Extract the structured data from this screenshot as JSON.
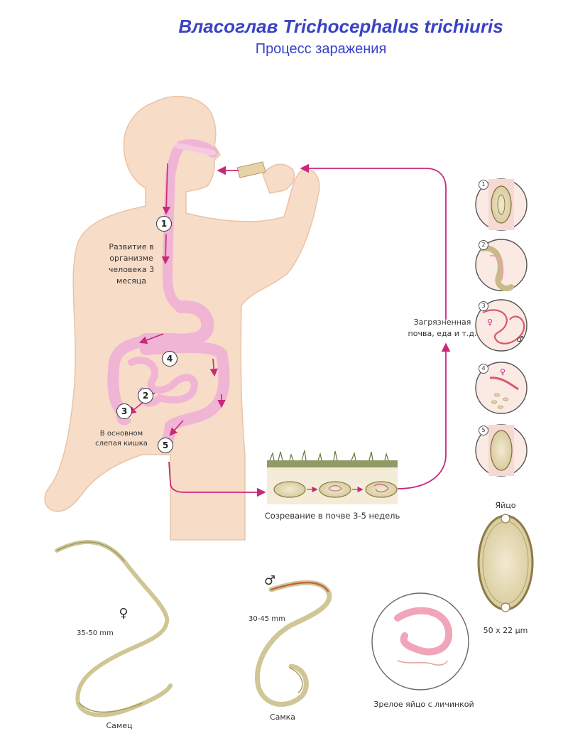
{
  "header": {
    "title": "Власоглав Trichocephalus trichiuris",
    "subtitle": "Процесс заражения"
  },
  "labels": {
    "development": "Развитие в организме человека 3 месяца",
    "cecum": "В основном слепая кишка",
    "contaminated": "Загрязненная почва, еда и т.д.",
    "soil_maturation": "Созревание в почве 3-5 недель",
    "egg_title": "Яйцо",
    "egg_size": "50 x 22 µm",
    "male_size": "35-50 mm",
    "female_size": "30-45 mm",
    "male_caption": "Самец",
    "female_caption": "Самка",
    "larva_caption": "Зрелое яйцо с личинкой"
  },
  "stages": [
    "1",
    "2",
    "3",
    "4",
    "5"
  ],
  "symbols": {
    "female": "♀",
    "male": "♂"
  },
  "colors": {
    "title": "#3a43c4",
    "arrow": "#c8287a",
    "skin": "#f6dcc8",
    "gut": "#f3b8d8",
    "egg_shell": "#c9b98a"
  }
}
